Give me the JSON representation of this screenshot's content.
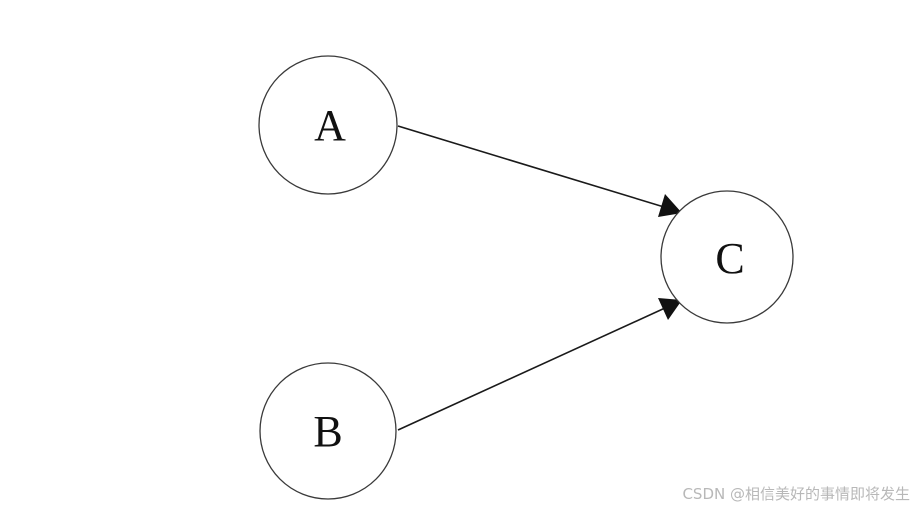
{
  "nodes": {
    "a": {
      "label": "A"
    },
    "b": {
      "label": "B"
    },
    "c": {
      "label": "C"
    }
  },
  "edges": [
    {
      "from": "A",
      "to": "C"
    },
    {
      "from": "B",
      "to": "C"
    }
  ],
  "watermark": "CSDN @相信美好的事情即将发生"
}
